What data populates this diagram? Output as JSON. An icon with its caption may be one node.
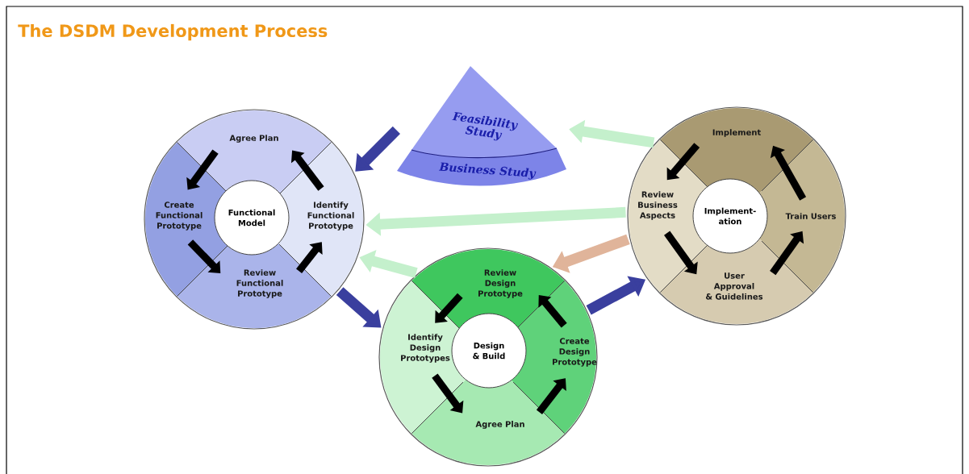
{
  "diagram": {
    "title": "The DSDM Development Process",
    "nodes": [
      {
        "text": [],
        "shape": "circle"
      },
      {
        "text": [
          "Agree Plan"
        ],
        "in": 0
      },
      {
        "text": [
          "Identify Functional Prototype"
        ],
        "in": 0
      },
      {
        "text": [
          "Review Functional Prototype"
        ],
        "in": 0
      },
      {
        "text": [
          "Create Functional Prototype"
        ],
        "in": 0
      },
      {
        "text": [
          "Functional Model"
        ],
        "in": 0
      },
      {
        "text": [
          "Feasibility Study",
          "Business Study"
        ]
      },
      {
        "text": [],
        "shape": "circle"
      },
      {
        "text": [
          "Implement"
        ],
        "in": 7
      },
      {
        "text": [
          "Train Users"
        ],
        "in": 7
      },
      {
        "text": [
          "User Approval & Guidelines"
        ],
        "in": 7
      },
      {
        "text": [
          "Review Business Aspects"
        ],
        "in": 7
      },
      {
        "text": [
          "Implement- ation"
        ],
        "in": 7
      },
      {
        "text": [],
        "shape": "circle"
      },
      {
        "text": [
          "Review Design Prototype"
        ],
        "in": 13
      },
      {
        "text": [
          "Create Design Prototype"
        ],
        "in": 13
      },
      {
        "text": [
          "Agree Plan"
        ],
        "in": 13
      },
      {
        "text": [
          "Identify Design Prototypes"
        ],
        "in": 13
      },
      {
        "text": [
          "Design & Build"
        ],
        "in": 13
      }
    ],
    "edges": [
      {
        "from": 6,
        "to": 0,
        "arrow": "to",
        "color": "#3a3f9e"
      },
      {
        "from": 7,
        "to": 6,
        "arrow": "to",
        "color": "#c4f0cc"
      },
      {
        "from": 7,
        "to": 0,
        "arrow": "to",
        "color": "#c4f0cc"
      },
      {
        "from": 0,
        "to": 13,
        "arrow": "to",
        "color": "#3a3f9e"
      },
      {
        "from": 13,
        "to": 0,
        "arrow": "to",
        "color": "#c4f0cc"
      },
      {
        "from": 13,
        "to": 7,
        "arrow": "to",
        "color": "#3a3f9e"
      },
      {
        "from": 7,
        "to": 13,
        "arrow": "to",
        "color": "#e0b49a"
      },
      {
        "from": 1,
        "to": 4,
        "arrow": "to"
      },
      {
        "from": 4,
        "to": 3,
        "arrow": "to"
      },
      {
        "from": 3,
        "to": 2,
        "arrow": "to"
      },
      {
        "from": 2,
        "to": 1,
        "arrow": "to"
      },
      {
        "from": 14,
        "to": 17,
        "arrow": "to"
      },
      {
        "from": 17,
        "to": 16,
        "arrow": "to"
      },
      {
        "from": 16,
        "to": 15,
        "arrow": "to"
      },
      {
        "from": 15,
        "to": 14,
        "arrow": "to"
      },
      {
        "from": 8,
        "to": 11,
        "arrow": "to"
      },
      {
        "from": 11,
        "to": 10,
        "arrow": "to"
      },
      {
        "from": 10,
        "to": 9,
        "arrow": "to"
      },
      {
        "from": 9,
        "to": 8,
        "arrow": "to"
      }
    ]
  }
}
